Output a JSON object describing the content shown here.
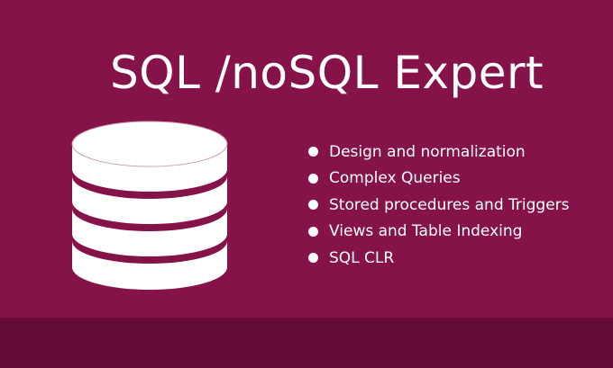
{
  "banner": {
    "background_color": "#86124a",
    "band_color": "#630c39",
    "headline": "SQL /noSQL Expert",
    "illustration": "database-cylinder-icon",
    "features": [
      {
        "bullet": "bullet-dot-icon",
        "text": "Design and normalization"
      },
      {
        "bullet": "bullet-dot-icon",
        "text": "Complex Queries"
      },
      {
        "bullet": "bullet-dot-icon",
        "text": "Stored procedures and Triggers"
      },
      {
        "bullet": "bullet-dot-icon",
        "text": "Views and Table Indexing"
      },
      {
        "bullet": "bullet-dot-icon",
        "text": "SQL CLR"
      }
    ]
  }
}
